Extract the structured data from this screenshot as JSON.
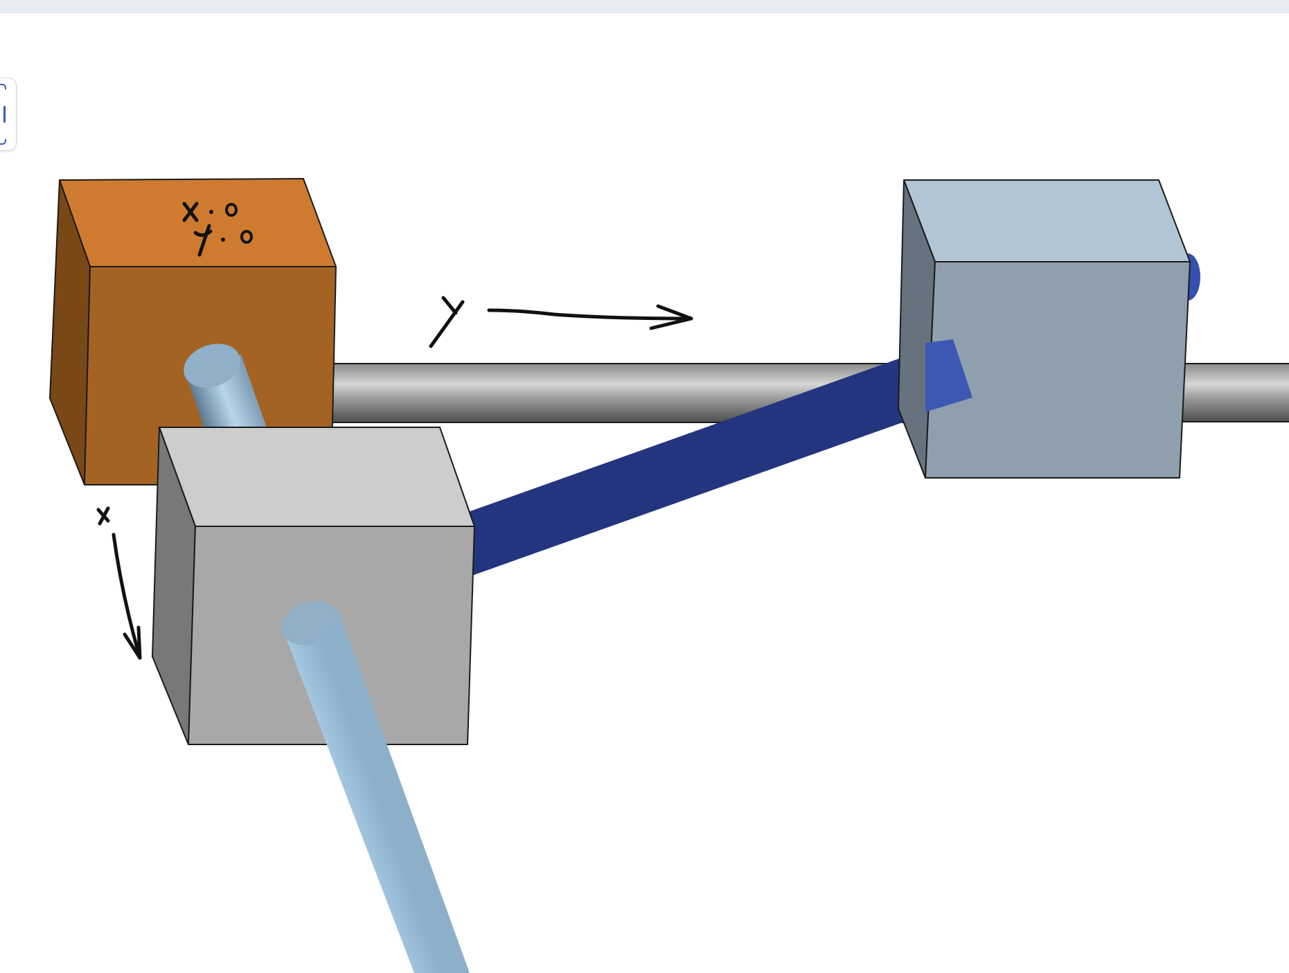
{
  "colors": {
    "toolbar": "#e8edf5",
    "origin_block": "#c9782f",
    "slider_block": "#b3c6d6",
    "carriage_block": "#cfcfcf",
    "rail": "#9a9a9a",
    "connecting_rod": "#4a66bd",
    "light_rod": "#9cc2dd"
  },
  "icons": {
    "side_handle": "drag-handle-icon"
  },
  "handwriting": {
    "origin_note": [
      "x · 0",
      "y · 0"
    ],
    "y_axis_label": "y",
    "x_axis_label": "x"
  }
}
